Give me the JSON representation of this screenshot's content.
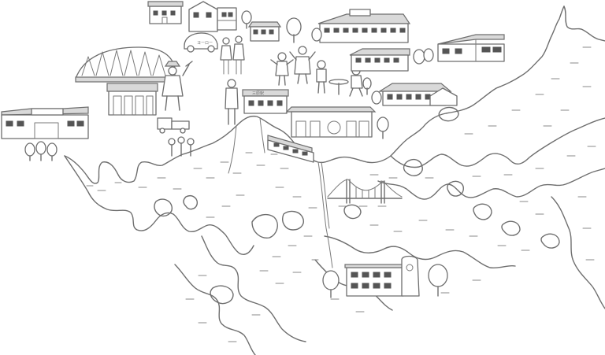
{
  "map": {
    "style": "hand-drawn monochrome illustrated map",
    "colors": {
      "ink": "#6e6e6e",
      "background": "#ffffff",
      "shade": "#d9d9d9"
    },
    "signs": {
      "car_plate": "ヨーロー",
      "station_sign": "三原駅",
      "storefront_sign": "",
      "roadside_shop_sign": ""
    },
    "landmarks": [
      {
        "id": "row-houses",
        "icon": "house-icon"
      },
      {
        "id": "townhouse",
        "icon": "house-icon"
      },
      {
        "id": "small-car",
        "icon": "car-icon"
      },
      {
        "id": "couple",
        "icon": "people-icon"
      },
      {
        "id": "small-house",
        "icon": "house-icon"
      },
      {
        "id": "tree-top",
        "icon": "tree-icon"
      },
      {
        "id": "long-hall",
        "icon": "building-icon"
      },
      {
        "id": "factory-right",
        "icon": "factory-icon"
      },
      {
        "id": "farm-field",
        "icon": "farm-icon"
      },
      {
        "id": "farmer",
        "icon": "farmer-icon"
      },
      {
        "id": "family",
        "icon": "people-icon"
      },
      {
        "id": "cafe-table",
        "icon": "cafe-icon"
      },
      {
        "id": "roadside-shop",
        "icon": "shop-icon"
      },
      {
        "id": "clerk",
        "icon": "person-icon"
      },
      {
        "id": "station",
        "icon": "station-icon"
      },
      {
        "id": "warehouse-left",
        "icon": "warehouse-icon"
      },
      {
        "id": "truck",
        "icon": "truck-icon"
      },
      {
        "id": "sunflowers",
        "icon": "flower-icon"
      },
      {
        "id": "shopping-street",
        "icon": "shop-icon"
      },
      {
        "id": "train",
        "icon": "train-icon"
      },
      {
        "id": "traditional-house",
        "icon": "house-icon"
      },
      {
        "id": "suspension-bridge",
        "icon": "bridge-icon"
      },
      {
        "id": "school",
        "icon": "school-icon"
      }
    ]
  }
}
